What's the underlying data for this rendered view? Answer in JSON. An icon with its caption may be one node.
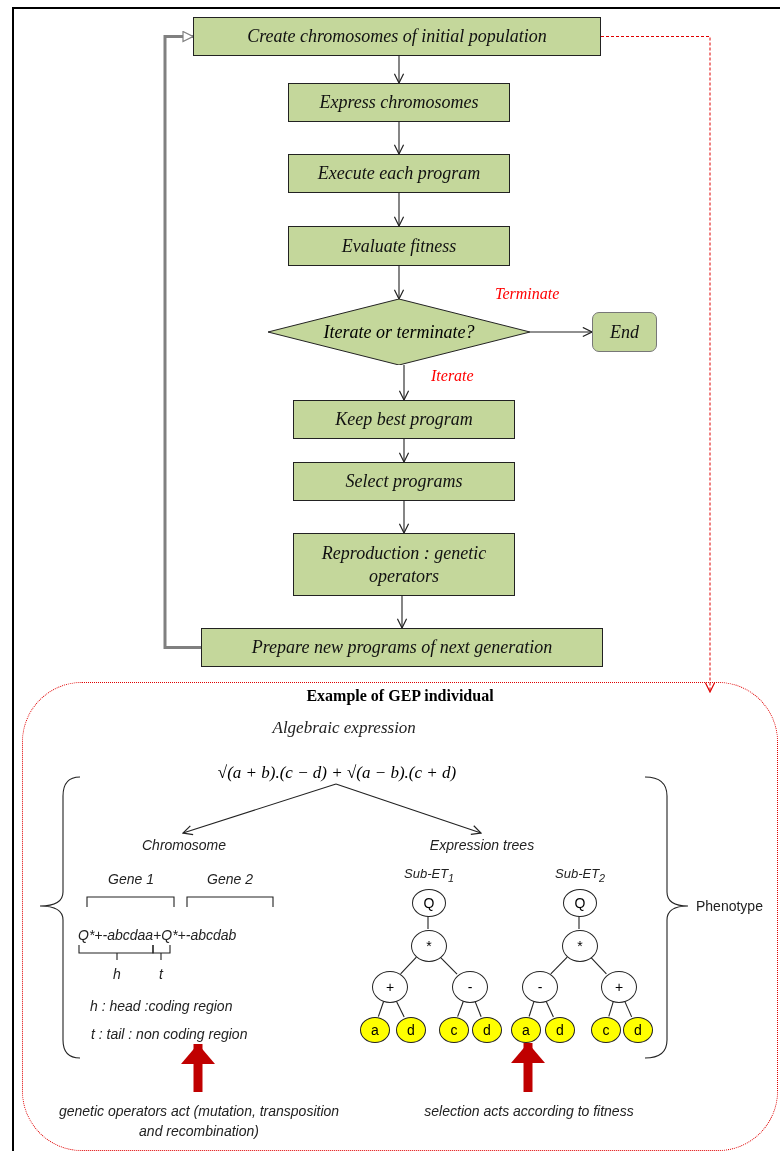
{
  "diagram": {
    "nodes": [
      {
        "text": [
          "Create chromosomes of initial population"
        ]
      },
      {
        "text": [
          "Express chromosomes"
        ]
      },
      {
        "text": [
          "Execute each program"
        ]
      },
      {
        "text": [
          "Evaluate fitness"
        ]
      },
      {
        "text": [
          "Iterate or terminate?"
        ]
      },
      {
        "text": [
          "End"
        ]
      },
      {
        "text": [
          "Keep best program"
        ]
      },
      {
        "text": [
          "Select programs"
        ]
      },
      {
        "text": [
          "Reproduction : genetic operators"
        ]
      },
      {
        "text": [
          "Prepare new programs of next generation"
        ]
      },
      {
        "text": [
          "Example of GEP individual"
        ]
      },
      {
        "text": [
          "√(a + b).(c − d) + √(a − b).(c + d)"
        ],
        "in": 10
      },
      {
        "text": [
          "Chromosome"
        ],
        "in": 10
      },
      {
        "text": [
          "Expression trees"
        ],
        "in": 10
      },
      {
        "text": [
          "Q"
        ],
        "in": 10,
        "beside": [
          "Sub-ET$_{1}$"
        ]
      },
      {
        "text": [
          "*"
        ],
        "in": 10
      },
      {
        "text": [
          "+"
        ],
        "in": 10
      },
      {
        "text": [
          "-"
        ],
        "in": 10
      },
      {
        "text": [
          "a"
        ],
        "in": 10
      },
      {
        "text": [
          "d"
        ],
        "in": 10
      },
      {
        "text": [
          "c"
        ],
        "in": 10
      },
      {
        "text": [
          "d"
        ],
        "in": 10
      },
      {
        "text": [
          "Q"
        ],
        "in": 10,
        "beside": [
          "Sub-ET$_{2}$"
        ]
      },
      {
        "text": [
          "*"
        ],
        "in": 10
      },
      {
        "text": [
          "-"
        ],
        "in": 10
      },
      {
        "text": [
          "+"
        ],
        "in": 10
      },
      {
        "text": [
          "a"
        ],
        "in": 10
      },
      {
        "text": [
          "d"
        ],
        "in": 10
      },
      {
        "text": [
          "c"
        ],
        "in": 10
      },
      {
        "text": [
          "d"
        ],
        "in": 10
      },
      {
        "text": [
          "genetic operators act (mutation, transposition and recombination)"
        ],
        "in": 10
      },
      {
        "text": [
          "selection acts according to fitness"
        ],
        "in": 10
      },
      {
        "text": [
          "t : tail : non coding region"
        ],
        "in": 10
      }
    ],
    "edges": [
      {
        "from": 0,
        "to": 1,
        "arrow": "to"
      },
      {
        "from": 1,
        "to": 2,
        "arrow": "to"
      },
      {
        "from": 2,
        "to": 3,
        "arrow": "to"
      },
      {
        "from": 3,
        "to": 4,
        "arrow": "to"
      },
      {
        "from": 4,
        "to": 5,
        "arrow": "to",
        "label": "Terminate"
      },
      {
        "from": 4,
        "to": 6,
        "arrow": "to",
        "label": "Iterate"
      },
      {
        "from": 6,
        "to": 7,
        "arrow": "to"
      },
      {
        "from": 7,
        "to": 8,
        "arrow": "to"
      },
      {
        "from": 8,
        "to": 9,
        "arrow": "to"
      },
      {
        "from": 9,
        "to": 0,
        "arrow": "to",
        "style": "thick",
        "color": "#808080"
      },
      {
        "from": 0,
        "to": 10,
        "arrow": "to",
        "style": "dashed",
        "color": "#e00000"
      },
      {
        "from": 11,
        "to": 12,
        "arrow": "to"
      },
      {
        "from": 11,
        "to": 13,
        "arrow": "to"
      },
      {
        "from": 14,
        "to": 15,
        "arrow": "none"
      },
      {
        "from": 15,
        "to": 16,
        "arrow": "none"
      },
      {
        "from": 15,
        "to": 17,
        "arrow": "none"
      },
      {
        "from": 16,
        "to": 18,
        "arrow": "none"
      },
      {
        "from": 16,
        "to": 19,
        "arrow": "none"
      },
      {
        "from": 17,
        "to": 20,
        "arrow": "none"
      },
      {
        "from": 17,
        "to": 21,
        "arrow": "none"
      },
      {
        "from": 22,
        "to": 23,
        "arrow": "none"
      },
      {
        "from": 23,
        "to": 24,
        "arrow": "none"
      },
      {
        "from": 23,
        "to": 25,
        "arrow": "none"
      },
      {
        "from": 24,
        "to": 26,
        "arrow": "none"
      },
      {
        "from": 24,
        "to": 27,
        "arrow": "none"
      },
      {
        "from": 25,
        "to": 28,
        "arrow": "none"
      },
      {
        "from": 25,
        "to": 29,
        "arrow": "none"
      },
      {
        "from": 30,
        "to": 32,
        "arrow": "to",
        "style": "thick",
        "color": "#c00000"
      },
      {
        "from": 31,
        "to": 26,
        "arrow": "to",
        "style": "thick",
        "color": "#c00000"
      }
    ],
    "labels": [
      "Algebraic expression",
      "Gene 1",
      "Gene 2",
      "Q*+-abcdaa+Q*+-abcdab",
      "h",
      "t",
      "h : head :coding region",
      "Phenotype"
    ]
  }
}
